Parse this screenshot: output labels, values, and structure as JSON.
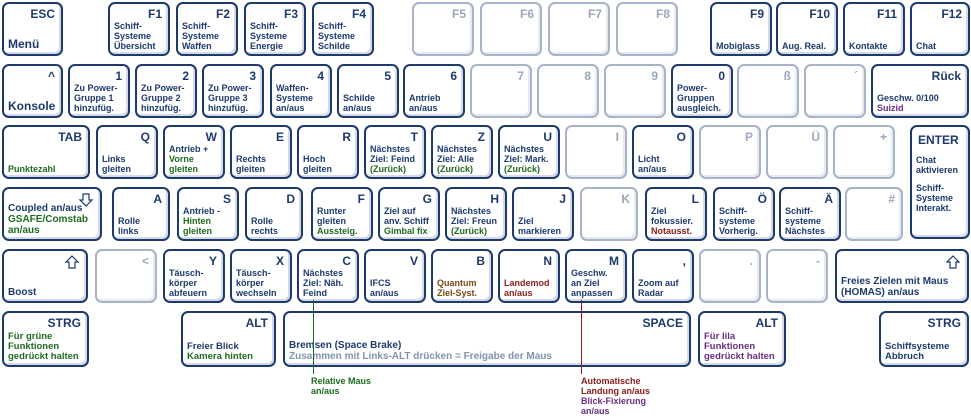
{
  "keys": {
    "esc": {
      "label": "ESC",
      "desc": [
        "Menü"
      ]
    },
    "f1": {
      "label": "F1",
      "desc": [
        "Schiff-",
        "Systeme",
        "Übersicht"
      ]
    },
    "f2": {
      "label": "F2",
      "desc": [
        "Schiff-",
        "Systeme",
        "Waffen"
      ]
    },
    "f3": {
      "label": "F3",
      "desc": [
        "Schiff-",
        "Systeme",
        "Energie"
      ]
    },
    "f4": {
      "label": "F4",
      "desc": [
        "Schiff-",
        "Systeme",
        "Schilde"
      ]
    },
    "f5": {
      "label": "F5"
    },
    "f6": {
      "label": "F6"
    },
    "f7": {
      "label": "F7"
    },
    "f8": {
      "label": "F8"
    },
    "f9": {
      "label": "F9",
      "desc": [
        "Mobiglass"
      ]
    },
    "f10": {
      "label": "F10",
      "desc": [
        "Aug. Real."
      ]
    },
    "f11": {
      "label": "F11",
      "desc": [
        "Kontakte"
      ]
    },
    "f12": {
      "label": "F12",
      "desc": [
        "Chat"
      ]
    },
    "caret": {
      "label": "^",
      "desc": [
        "Konsole"
      ]
    },
    "n1": {
      "label": "1",
      "desc": [
        "Zu Power-",
        "Gruppe 1",
        "hinzufüg."
      ]
    },
    "n2": {
      "label": "2",
      "desc": [
        "Zu Power-",
        "Gruppe 2",
        "hinzufüg."
      ]
    },
    "n3": {
      "label": "3",
      "desc": [
        "Zu Power-",
        "Gruppe 3",
        "hinzufüg."
      ]
    },
    "n4": {
      "label": "4",
      "desc": [
        "Waffen-",
        "Systeme",
        "an/aus"
      ]
    },
    "n5": {
      "label": "5",
      "desc": [
        "Schilde",
        "an/aus"
      ]
    },
    "n6": {
      "label": "6",
      "desc": [
        "Antrieb",
        "an/aus"
      ]
    },
    "n7": {
      "label": "7"
    },
    "n8": {
      "label": "8"
    },
    "n9": {
      "label": "9"
    },
    "n0": {
      "label": "0",
      "desc": [
        "Power-",
        "Gruppen",
        "ausgleich."
      ]
    },
    "sz": {
      "label": "ß"
    },
    "acute": {
      "label": "´"
    },
    "back": {
      "label": "Rück",
      "desc": [
        "Geschw. 0/100"
      ],
      "desc2": [
        "Suizid"
      ]
    },
    "tab": {
      "label": "TAB",
      "desc": [
        "Punktezahl"
      ]
    },
    "q": {
      "label": "Q",
      "desc": [
        "Links",
        "gleiten"
      ]
    },
    "w": {
      "label": "W",
      "desc": [
        "Antrieb +"
      ],
      "desc2": [
        "Vorne",
        "gleiten"
      ]
    },
    "e": {
      "label": "E",
      "desc": [
        "Rechts",
        "gleiten"
      ]
    },
    "r": {
      "label": "R",
      "desc": [
        "Hoch",
        "gleiten"
      ]
    },
    "t": {
      "label": "T",
      "desc": [
        "Nächstes",
        "Ziel: Feind"
      ],
      "desc2": [
        "(Zurück)"
      ]
    },
    "z": {
      "label": "Z",
      "desc": [
        "Nächstes",
        "Ziel: Alle"
      ],
      "desc2": [
        "(Zurück)"
      ]
    },
    "u": {
      "label": "U",
      "desc": [
        "Nächstes",
        "Ziel: Mark."
      ],
      "desc2": [
        "(Zurück)"
      ]
    },
    "i": {
      "label": "I"
    },
    "o": {
      "label": "O",
      "desc": [
        "Licht",
        "an/aus"
      ]
    },
    "p": {
      "label": "P"
    },
    "ue": {
      "label": "Ü"
    },
    "plus": {
      "label": "+"
    },
    "enter": {
      "label": "ENTER",
      "desc": [
        "Chat",
        "aktivieren",
        "",
        "Schiff-",
        "Systeme",
        "Interakt."
      ]
    },
    "caps": {
      "desc": [
        "Coupled an/aus"
      ],
      "desc2": [
        "GSAFE/Comstab",
        "an/aus"
      ]
    },
    "a": {
      "label": "A",
      "desc": [
        "Rolle",
        "links"
      ]
    },
    "s": {
      "label": "S",
      "desc": [
        "Antrieb -"
      ],
      "desc2": [
        "Hinten",
        "gleiten"
      ]
    },
    "d": {
      "label": "D",
      "desc": [
        "Rolle",
        "rechts"
      ]
    },
    "f": {
      "label": "F",
      "desc": [
        "Runter",
        "gleiten"
      ],
      "desc2": [
        "Aussteig."
      ]
    },
    "g": {
      "label": "G",
      "desc": [
        "Ziel auf",
        "anv. Schiff"
      ],
      "desc2": [
        "Gimbal fix"
      ]
    },
    "h": {
      "label": "H",
      "desc": [
        "Nächstes",
        "Ziel: Freun"
      ],
      "desc2": [
        "(Zurück)"
      ]
    },
    "j": {
      "label": "J",
      "desc": [
        "Ziel",
        "markieren"
      ]
    },
    "k": {
      "label": "K"
    },
    "l": {
      "label": "L",
      "desc": [
        "Ziel",
        "fokussier."
      ],
      "desc2": [
        "Notausst."
      ]
    },
    "oe": {
      "label": "Ö",
      "desc": [
        "Schiff-",
        "systeme",
        "Vorherig."
      ]
    },
    "ae": {
      "label": "Ä",
      "desc": [
        "Schiff-",
        "systeme",
        "Nächstes"
      ]
    },
    "hash": {
      "label": "#"
    },
    "lshift": {
      "desc": [
        "Boost"
      ]
    },
    "lt": {
      "label": "<"
    },
    "y": {
      "label": "Y",
      "desc": [
        "Täusch-",
        "körper",
        "abfeuern"
      ]
    },
    "x": {
      "label": "X",
      "desc": [
        "Täusch-",
        "körper",
        "wechseln"
      ]
    },
    "c": {
      "label": "C",
      "desc": [
        "Nächstes",
        "Ziel: Näh.",
        "Feind"
      ]
    },
    "v": {
      "label": "V",
      "desc": [
        "IFCS",
        "an/aus"
      ]
    },
    "b": {
      "label": "B",
      "desc": [
        "Quantum",
        "Ziel-Syst."
      ]
    },
    "n": {
      "label": "N",
      "desc": [
        "Landemod",
        "an/aus"
      ]
    },
    "m": {
      "label": "M",
      "desc": [
        "Geschw.",
        "an Ziel",
        "anpassen"
      ]
    },
    "comma": {
      "label": ",",
      "desc": [
        "Zoom auf",
        "Radar"
      ]
    },
    "dot": {
      "label": "."
    },
    "minus": {
      "label": "-"
    },
    "rshift": {
      "desc": [
        "Freies Zielen mit Maus",
        "(HOMAS) an/aus"
      ]
    },
    "lctrl": {
      "label": "STRG",
      "desc": [
        "Für grüne",
        "Funktionen",
        "gedrückt halten"
      ]
    },
    "lalt": {
      "label": "ALT",
      "desc": [
        "Freier Blick"
      ],
      "desc2": [
        "Kamera hinten"
      ]
    },
    "space": {
      "label": "SPACE",
      "desc": [
        "Bremsen (Space Brake)"
      ],
      "desc2": [
        "Zusammen mit Links-ALT drücken = Freigabe der Maus"
      ]
    },
    "ralt": {
      "label": "ALT",
      "desc": [
        "Für lila",
        "Funktionen",
        "gedrückt halten"
      ]
    },
    "rctrl": {
      "label": "STRG",
      "desc": [
        "Schiffsysteme",
        "Abbruch"
      ]
    }
  },
  "notes": {
    "relative_mouse": [
      "Relative Maus",
      "an/aus"
    ],
    "auto_landing": [
      "Automatische",
      "Landung an/aus"
    ],
    "blick_fix": [
      "Blick-Fixierung",
      "an/aus"
    ]
  },
  "colors": {
    "key_border": "#1c3a6e",
    "label": "#1c3a6e",
    "green": "#1f6b1f",
    "purple": "#6b2d82",
    "red": "#8b1a1a",
    "brown": "#7a4a12",
    "inactive": "#a7b3c8"
  }
}
